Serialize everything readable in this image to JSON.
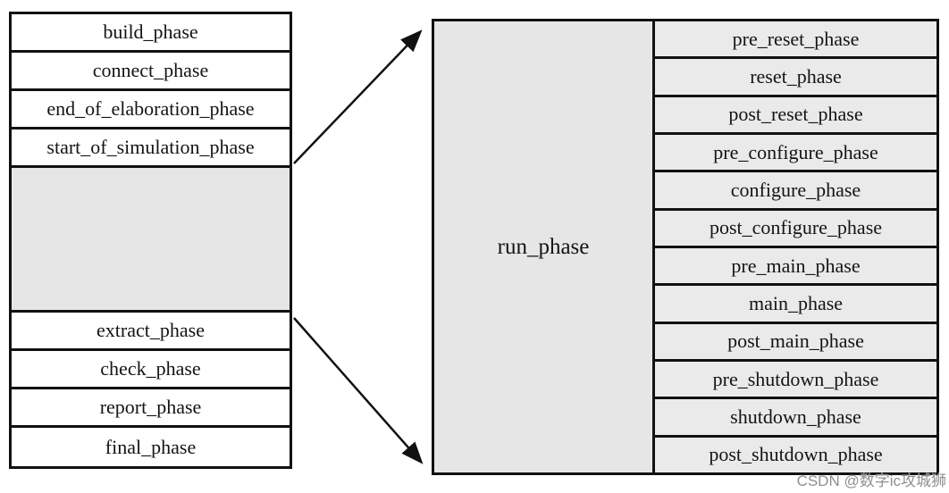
{
  "left_box": {
    "top_phases": [
      "build_phase",
      "connect_phase",
      "end_of_elaboration_phase",
      "start_of_simulation_phase"
    ],
    "bottom_phases": [
      "extract_phase",
      "check_phase",
      "report_phase",
      "final_phase"
    ]
  },
  "right_box": {
    "run_phase_label": "run_phase",
    "sub_phases": [
      "pre_reset_phase",
      "reset_phase",
      "post_reset_phase",
      "pre_configure_phase",
      "configure_phase",
      "post_configure_phase",
      "pre_main_phase",
      "main_phase",
      "post_main_phase",
      "pre_shutdown_phase",
      "shutdown_phase",
      "post_shutdown_phase"
    ]
  },
  "watermark": "CSDN @数字ic攻城狮",
  "colors": {
    "gray_fill": "#e6e6e6",
    "subrow_fill": "#eaeaea",
    "border": "#111111",
    "background": "#ffffff",
    "text": "#141414",
    "watermark": "#8f8f8f"
  }
}
